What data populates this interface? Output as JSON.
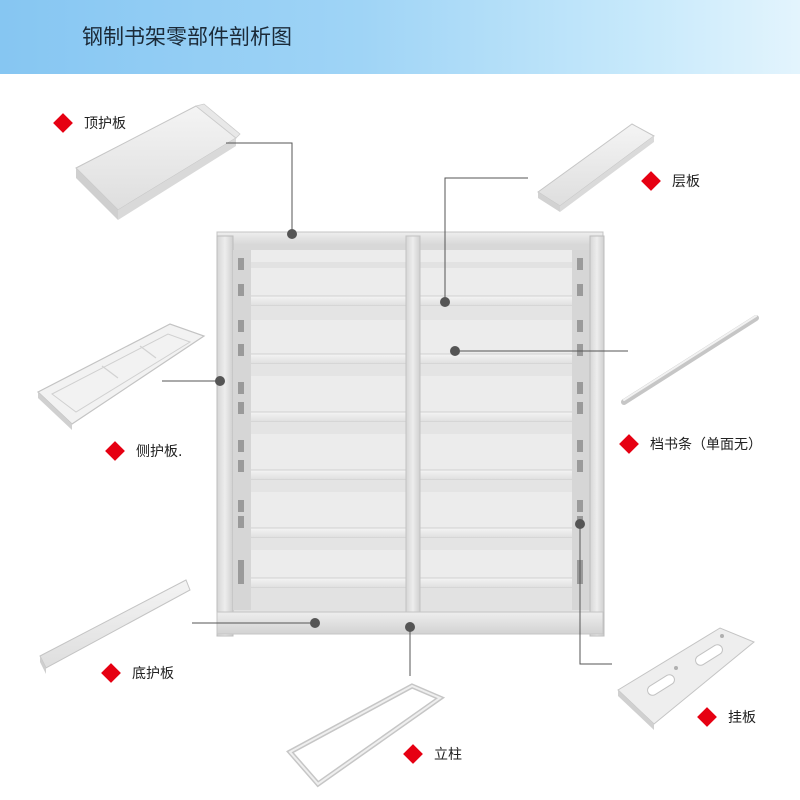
{
  "header": {
    "title": "钢制书架零部件剖析图"
  },
  "colors": {
    "header_start": "#86c6f2",
    "header_end": "#e3f4fd",
    "marker": "#e60012",
    "metal": "#dcdcdc",
    "metal_dark": "#bdbdbd",
    "leader": "#555555"
  },
  "diagram": {
    "main_part": "shelf-frame",
    "parts": [
      {
        "id": "top-guard",
        "label": "顶护板"
      },
      {
        "id": "shelf-board",
        "label": "层板"
      },
      {
        "id": "side-guard",
        "label": "侧护板."
      },
      {
        "id": "book-stop",
        "label": "档书条（单面无）"
      },
      {
        "id": "bottom-guard",
        "label": "底护板"
      },
      {
        "id": "hanging-plate",
        "label": "挂板"
      },
      {
        "id": "column",
        "label": "立柱"
      }
    ]
  }
}
